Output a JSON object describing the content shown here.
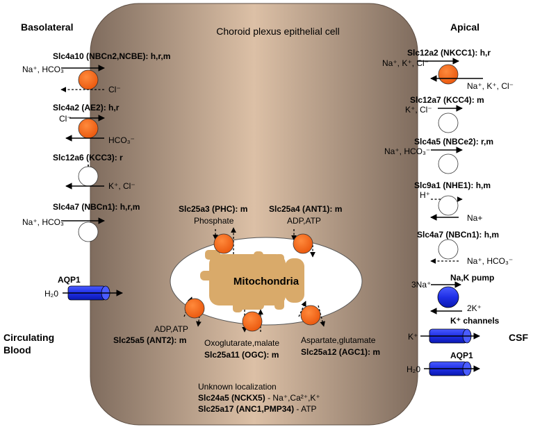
{
  "title": "Choroid plexus epithelial cell",
  "sides": {
    "basolateral": "Basolateral",
    "apical": "Apical",
    "blood_line1": "Circulating",
    "blood_line2": "Blood",
    "csf": "CSF"
  },
  "basolateral_transporters": [
    {
      "gene": "Slc4a10",
      "alias": " (NBCn2,NCBE): h,r,m",
      "in_label": "Na⁺, HCO₃⁻",
      "out_label": "Cl⁻"
    },
    {
      "gene": "Slc4a2",
      "alias": " (AE2): h,r",
      "in_label": "Cl⁻",
      "out_label": "HCO₃⁻"
    },
    {
      "gene": "Slc12a6",
      "alias": " (KCC3): r",
      "out_label": "K⁺, Cl⁻"
    },
    {
      "gene": "Slc4a7",
      "alias": " (NBCn1): h,r,m",
      "in_label": "Na⁺, HCO₃⁻"
    }
  ],
  "aqp_basolateral": {
    "name": "AQP1",
    "label": "H₂0"
  },
  "apical_transporters": [
    {
      "gene": "Slc12a2",
      "alias": " (NKCC1): h,r",
      "in_label": "Na⁺, K⁺, Cl⁻",
      "out_label": "Na⁺, K⁺, Cl⁻"
    },
    {
      "gene": "Slc12a7",
      "alias": " (KCC4): m",
      "label": "K⁺, Cl⁻"
    },
    {
      "gene": "Slc4a5",
      "alias": " (NBCe2): r,m",
      "label": "Na⁺, HCO₃⁻"
    },
    {
      "gene": "Slc9a1",
      "alias": " (NHE1): h,m",
      "label": "H⁺",
      "out_label": "Na+"
    },
    {
      "gene": "Slc4a7",
      "alias": " (NBCn1): h,m",
      "out_label": "Na⁺, HCO₃⁻"
    }
  ],
  "pump": {
    "name": "Na,K pump",
    "in_label": "3Na⁺",
    "out_label": "2K⁺"
  },
  "k_channels": {
    "name": "K⁺ channels",
    "label": "K⁺"
  },
  "aqp_apical": {
    "name": "AQP1",
    "label": "H₂0"
  },
  "mitochondria": {
    "label": "Mitochondria",
    "carriers": [
      {
        "name": "Slc25a3 (PHC): m",
        "substrate": "Phosphate"
      },
      {
        "name": "Slc25a4 (ANT1): m",
        "substrate": "ADP,ATP"
      },
      {
        "name": "Slc25a5 (ANT2): m",
        "substrate": "ADP,ATP"
      },
      {
        "name": "Slc25a11 (OGC): m",
        "substrate": "Oxoglutarate,malate"
      },
      {
        "name": "Slc25a12 (AGC1): m",
        "substrate": "Aspartate,glutamate"
      }
    ]
  },
  "unknown": {
    "heading": "Unknown localization",
    "items": [
      {
        "gene": "Slc24a5",
        "alias": " (NCKX5)",
        "detail": " - Na⁺,Ca²⁺,K⁺"
      },
      {
        "gene": "Slc25a17",
        "alias": " (ANC1,PMP34)",
        "detail": " - ATP"
      }
    ]
  },
  "colors": {
    "cell_center": "#dcc0a6",
    "cell_edge": "#7f6c5e",
    "active": "#f26a1b",
    "channel": "#1f2fe6",
    "mito_matrix": "#d9aa6a"
  }
}
